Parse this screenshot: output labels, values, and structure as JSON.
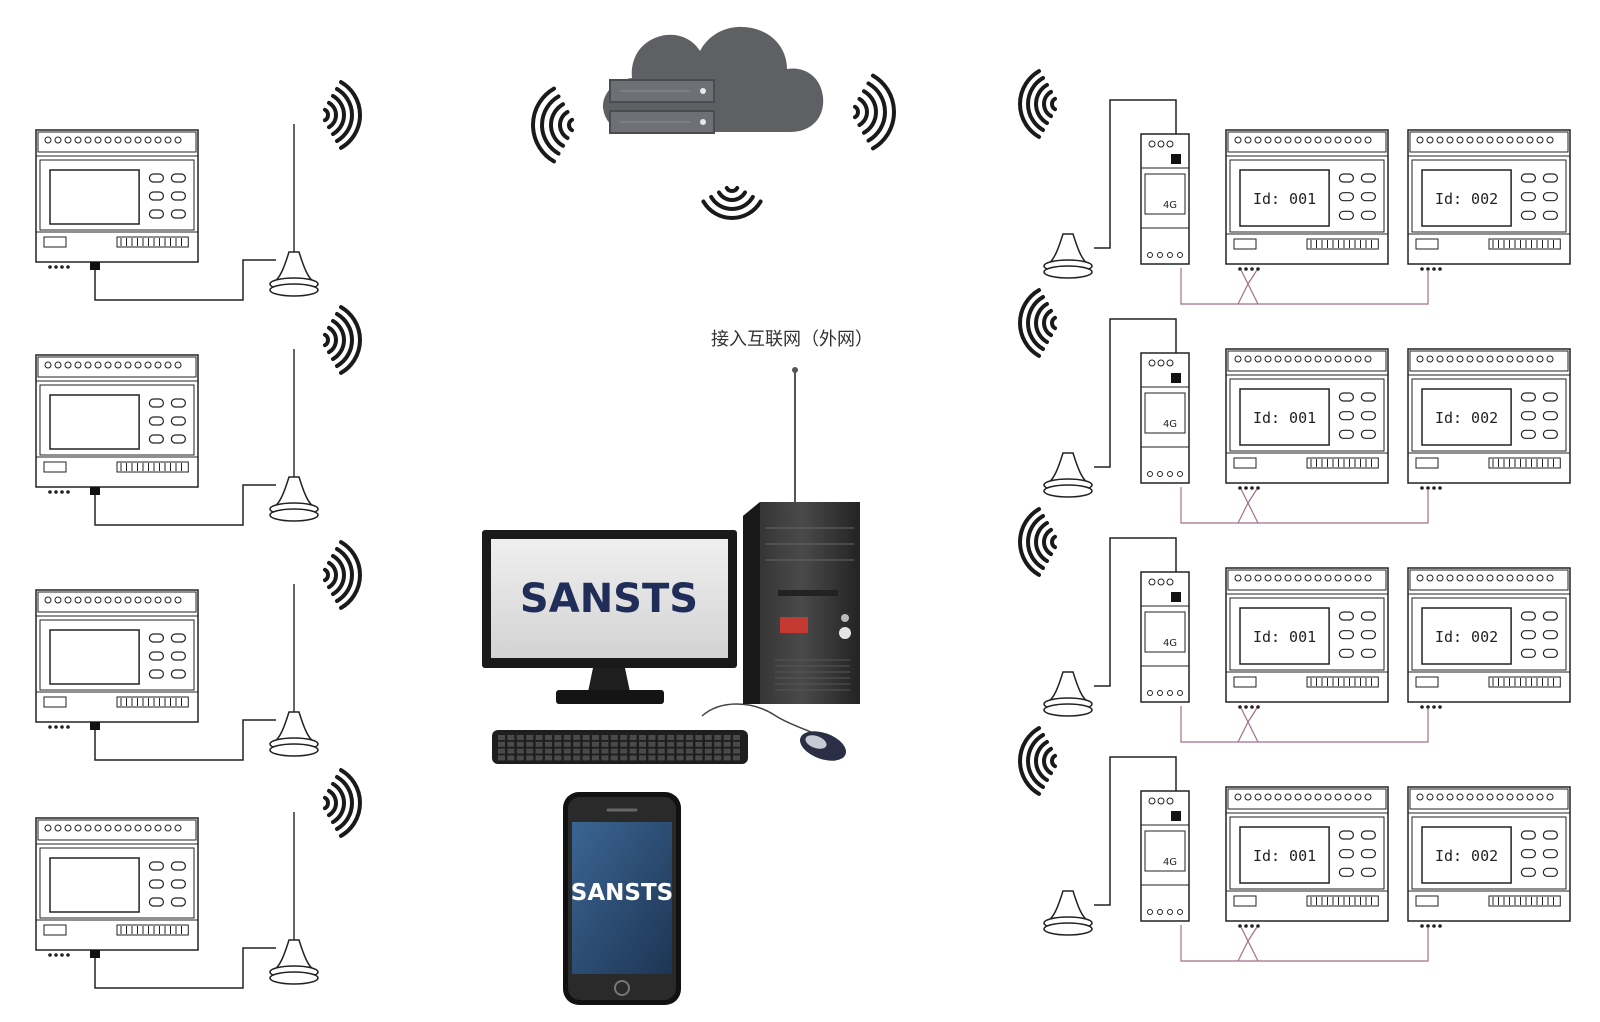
{
  "brand_monitor": "SANSTS",
  "brand_phone": "SANSTS",
  "internet_label": "接入互联网（外网）",
  "right_rows": [
    {
      "device_a_id": "Id: 001",
      "device_b_id": "Id: 002"
    },
    {
      "device_a_id": "Id: 001",
      "device_b_id": "Id: 002"
    },
    {
      "device_a_id": "Id: 001",
      "device_b_id": "Id: 002"
    },
    {
      "device_a_id": "Id: 001",
      "device_b_id": "Id: 002"
    }
  ],
  "left_device_count": 4,
  "colors": {
    "line": "#333333",
    "cloud": "#5e6064",
    "server": "#6e7075",
    "brand_text": "#1f2d58",
    "monitor_screen": "#e4e4e4",
    "phone_screen": "#2d4e74",
    "rs485_wire": "#a56e8a"
  }
}
